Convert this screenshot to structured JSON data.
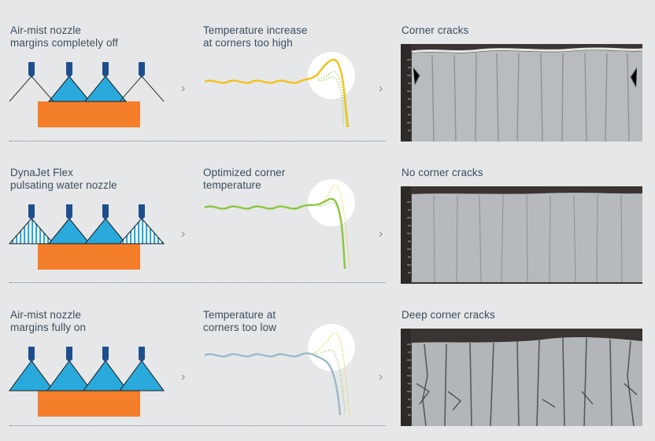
{
  "rows": [
    {
      "nozzle_label": "Air-mist nozzle\nmargins completely off",
      "temp_label": "Temperature increase\nat corners too high",
      "result_label": "Corner cracks",
      "curve_color": "#f2c21b",
      "margin_mode": "off"
    },
    {
      "nozzle_label": "DynaJet Flex\npulsating water nozzle",
      "temp_label": "Optimized corner\ntemperature",
      "result_label": "No corner cracks",
      "curve_color": "#8cc63f",
      "margin_mode": "pulsating"
    },
    {
      "nozzle_label": "Air-mist nozzle\nmargins fully on",
      "temp_label": "Temperature at\ncorners too low",
      "result_label": "Deep corner cracks",
      "curve_color": "#9cbac6",
      "margin_mode": "on"
    }
  ],
  "colors": {
    "spray": "#29a9dc",
    "slab": "#f47e2a",
    "nozzle": "#1e4f8c",
    "reference_curve": "#f2c21b",
    "alt_curve": "#8cc63f"
  },
  "icons": {
    "arrow": "chevron-right-icon"
  }
}
